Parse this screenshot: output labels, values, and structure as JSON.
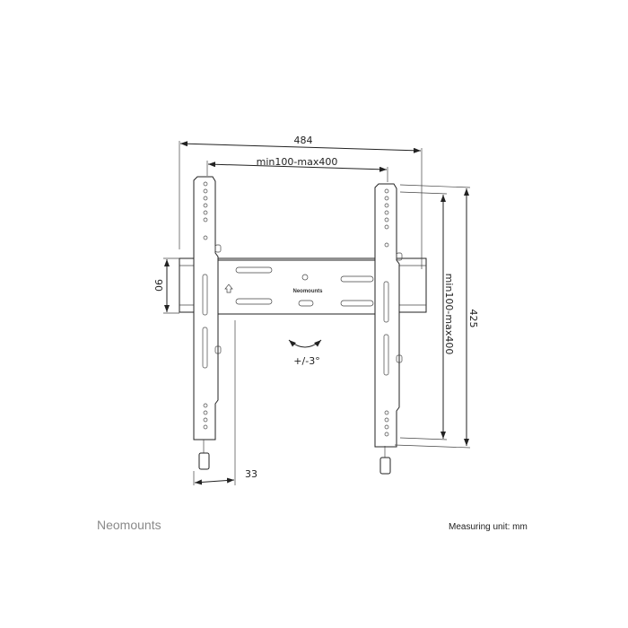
{
  "brand": "Neomounts",
  "measuring_unit": "Measuring unit: mm",
  "product_logo": "Neomounts",
  "dimensions": {
    "overall_width": "484",
    "vesa_horizontal": "min100-max400",
    "rail_height": "90",
    "vesa_vertical": "min100-max400",
    "overall_height": "425",
    "depth": "33",
    "tilt": "+/-3°"
  }
}
